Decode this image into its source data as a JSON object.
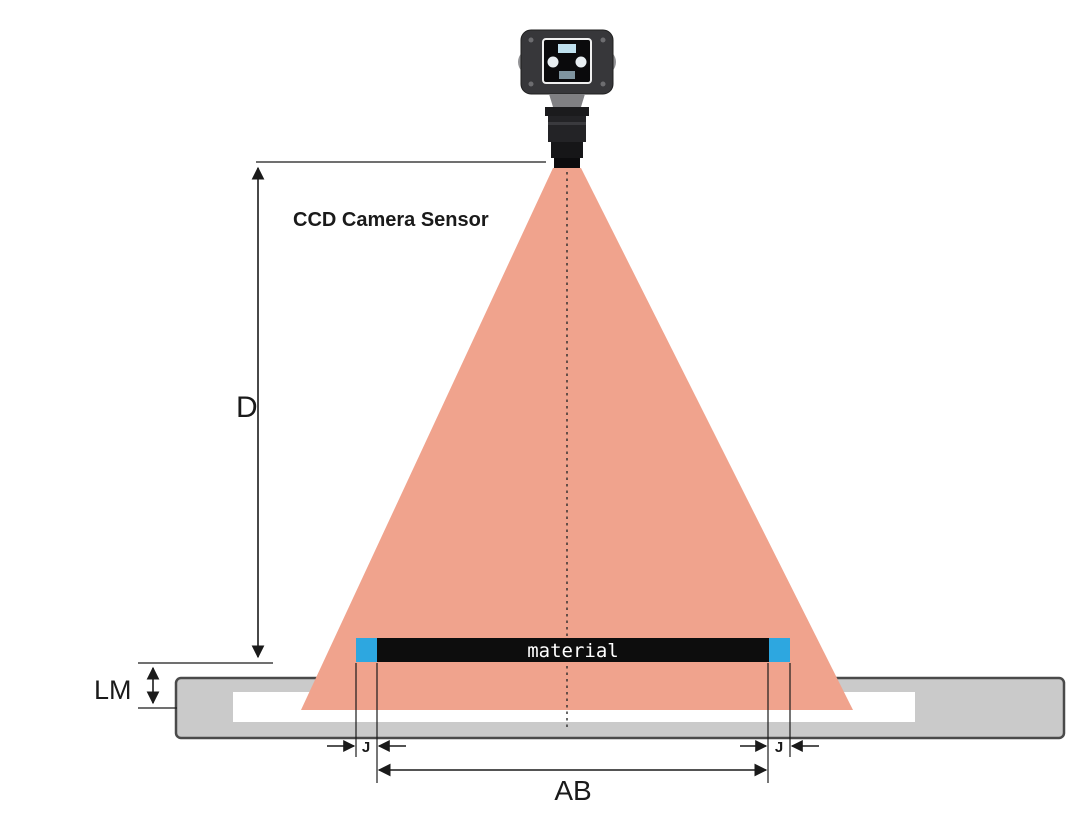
{
  "figure": {
    "camera_label": "CCD Camera Sensor",
    "material_label": "material",
    "dimensions": {
      "distance": "D",
      "lift": "LM",
      "margin_left": "J",
      "margin_right": "J",
      "field_width": "AB"
    },
    "colors": {
      "cone": "#f0a38d",
      "material": "#0d0d0d",
      "edge_marker": "#2da7e0",
      "table": "#cacaca",
      "table_outline": "#4a4a4a",
      "line": "#1a1a1a"
    }
  }
}
